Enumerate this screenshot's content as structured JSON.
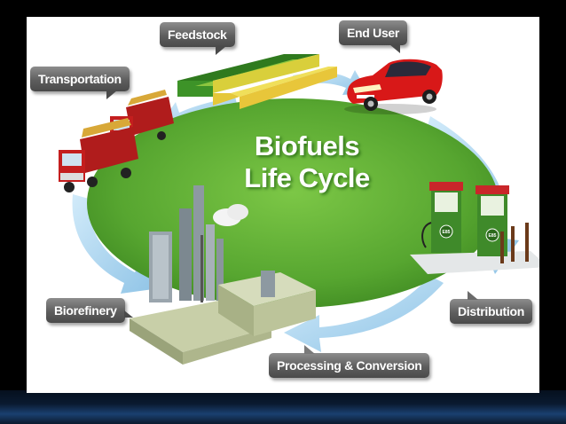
{
  "diagram": {
    "title_line1": "Biofuels",
    "title_line2": "Life Cycle",
    "stages": {
      "feedstock": "Feedstock",
      "end_user": "End User",
      "transportation": "Transportation",
      "biorefinery": "Biorefinery",
      "distribution": "Distribution",
      "processing": "Processing & Conversion"
    },
    "pump_logo": "E85"
  },
  "colors": {
    "cycle_green": "#5aa832",
    "arrow_blue": "#a9d3ee",
    "label_gray": "#5e5e5e",
    "car_red": "#d81818",
    "truck_cab": "#c41e1e",
    "pump_green": "#3f8a2a"
  },
  "icons": [
    "crop-field-icon",
    "car-icon",
    "truck-icon",
    "biorefinery-icon",
    "fuel-pump-icon"
  ]
}
